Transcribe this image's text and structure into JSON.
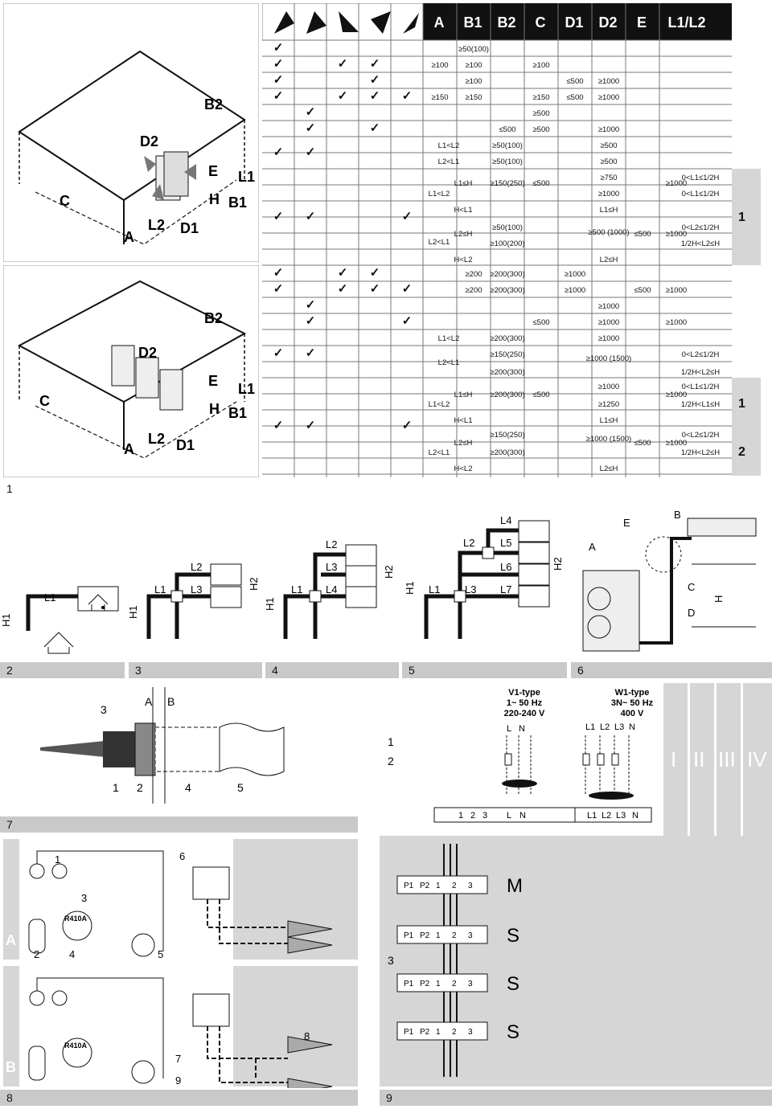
{
  "table": {
    "headers": [
      "A",
      "B1",
      "B2",
      "C",
      "D1",
      "D2",
      "E",
      "L1/L2"
    ],
    "rows_top": [
      [
        "✓",
        "",
        "",
        "",
        "",
        "",
        "≥50(100)",
        "",
        "",
        "",
        "",
        "",
        ""
      ],
      [
        "✓",
        "",
        "✓",
        "✓",
        "",
        "≥100",
        "≥100",
        "",
        "≥100",
        "",
        "",
        "",
        ""
      ],
      [
        "✓",
        "",
        "",
        "✓",
        "",
        "",
        "≥100",
        "",
        "",
        "≤500",
        "≥1000",
        "",
        ""
      ],
      [
        "✓",
        "",
        "✓",
        "✓",
        "✓",
        "≥150",
        "≥150",
        "",
        "≥150",
        "≤500",
        "≥1000",
        "",
        ""
      ],
      [
        "",
        "✓",
        "",
        "",
        "",
        "",
        "",
        "",
        "≥500",
        "",
        "",
        "",
        ""
      ],
      [
        "",
        "✓",
        "",
        "✓",
        "",
        "",
        "",
        "≤500",
        "≥500",
        "",
        "≥1000",
        "",
        ""
      ]
    ],
    "rows_top2": [
      [
        "L1<L2",
        "≥50(100)",
        "≥500"
      ],
      [
        "L2<L1",
        "≥50(100)",
        "≥500"
      ]
    ],
    "block1": {
      "l1l2": "L1<L2",
      "l1h": "L1≤H",
      "l2l1": "L2<L1",
      "l2h": "L2≤H",
      "hl1": "H<L1",
      "hl2": "H<L2",
      "v150": "≥150(250)",
      "v500": "≤500",
      "v750": "≥750",
      "v1000a": "≥1000",
      "v1000b": "≥1000",
      "f1": "0<L1≤1/2H",
      "f2": "0<L1≤1/2H",
      "f3": "0<L2≤1/2H",
      "f4": "1/2H<L2≤H",
      "l1h2": "L1≤H",
      "v50": "≥50(100)",
      "v100": "≥100(200)",
      "v500b": "≥500 (1000)",
      "v500c": "≤500",
      "v1000c": "≥1000",
      "l2h2": "L2≤H"
    },
    "rows_mid": [
      [
        "≥200",
        "≥200(300)",
        "≥1000",
        "",
        ""
      ],
      [
        "≥200",
        "≥200(300)",
        "≥1000",
        "≤500",
        "≥1000"
      ]
    ],
    "rows_mid2": [
      [
        "≥1000"
      ],
      [
        "≤500",
        "≥1000",
        "≥1000"
      ]
    ],
    "block2": {
      "r1": [
        "L1<L2",
        "≥200(300)",
        "≥1000"
      ],
      "r2a": [
        "L2<L1",
        "≥150(250)",
        "≥1000 (1500)",
        "0<L2≤1/2H"
      ],
      "r2b": [
        "≥200(300)",
        "1/2H<L2≤H"
      ],
      "r3a": [
        "L1≤H",
        "≥200(300)",
        "≤500",
        "≥1000",
        "≥1000",
        "0<L1≤1/2H"
      ],
      "r3b": [
        "L1<L2",
        "≥1250",
        "1/2H<L1≤H"
      ],
      "r4": [
        "H<L1",
        "L1≤H"
      ],
      "r5a": [
        "L2≤H",
        "≥150(250)",
        "≥1000 (1500)",
        "≤500",
        "≥1000",
        "0<L2≤1/2H"
      ],
      "r5b": [
        "L2<L1",
        "≥200(300)",
        "1/2H<L2≤H"
      ],
      "r6": [
        "H<L2",
        "L2≤H"
      ]
    },
    "side_labels": [
      "1",
      "1",
      "2"
    ]
  },
  "diagrams": {
    "fig1": {
      "dims": [
        "B2",
        "D2",
        "E",
        "L1",
        "H",
        "B1",
        "C",
        "A",
        "L2",
        "D1"
      ]
    },
    "fig2": {
      "dims": [
        "B2",
        "D2",
        "E",
        "L1",
        "H",
        "B1",
        "C",
        "A",
        "L2",
        "D1"
      ]
    }
  },
  "captions": {
    "c1": "1",
    "c2": "2",
    "c3": "3",
    "c4": "4",
    "c5": "5",
    "c6": "6",
    "c7": "7",
    "c8": "8",
    "c9": "9"
  },
  "piping": {
    "p2": [
      "L1",
      "H1"
    ],
    "p3": [
      "L2",
      "L1",
      "L3",
      "H2",
      "H1"
    ],
    "p4": [
      "L2",
      "L3",
      "L1",
      "L4",
      "H2",
      "H1"
    ],
    "p5": [
      "L4",
      "L2",
      "L5",
      "L6",
      "L1",
      "L3",
      "L7",
      "H2",
      "H1"
    ],
    "p6": [
      "E",
      "B",
      "A",
      "C",
      "D",
      "H"
    ]
  },
  "fig7": {
    "labels": [
      "3",
      "A",
      "B",
      "1",
      "2",
      "4",
      "5"
    ]
  },
  "power": {
    "v1": {
      "title": "V1-type",
      "freq": "1~ 50 Hz",
      "volt": "220-240 V",
      "terms": [
        "L",
        "N"
      ]
    },
    "w1": {
      "title": "W1-type",
      "freq": "3N~ 50 Hz",
      "volt": "400 V",
      "terms": [
        "L1",
        "L2",
        "L3",
        "N"
      ]
    },
    "side": [
      "1",
      "2"
    ],
    "roman": [
      "I",
      "II",
      "III",
      "IV"
    ],
    "strip1": [
      "1",
      "2",
      "3",
      "L",
      "N"
    ],
    "strip2": [
      "L1",
      "L2",
      "L3",
      "N"
    ]
  },
  "fig8": {
    "A": "A",
    "B": "B",
    "labels": [
      "1",
      "3",
      "6",
      "2",
      "4",
      "5",
      "7",
      "8",
      "9"
    ],
    "tank": "R410A"
  },
  "fig9": {
    "units": [
      "M",
      "S",
      "S",
      "S"
    ],
    "terms": [
      "P1",
      "P2",
      "1",
      "2",
      "3"
    ],
    "left": "3"
  }
}
